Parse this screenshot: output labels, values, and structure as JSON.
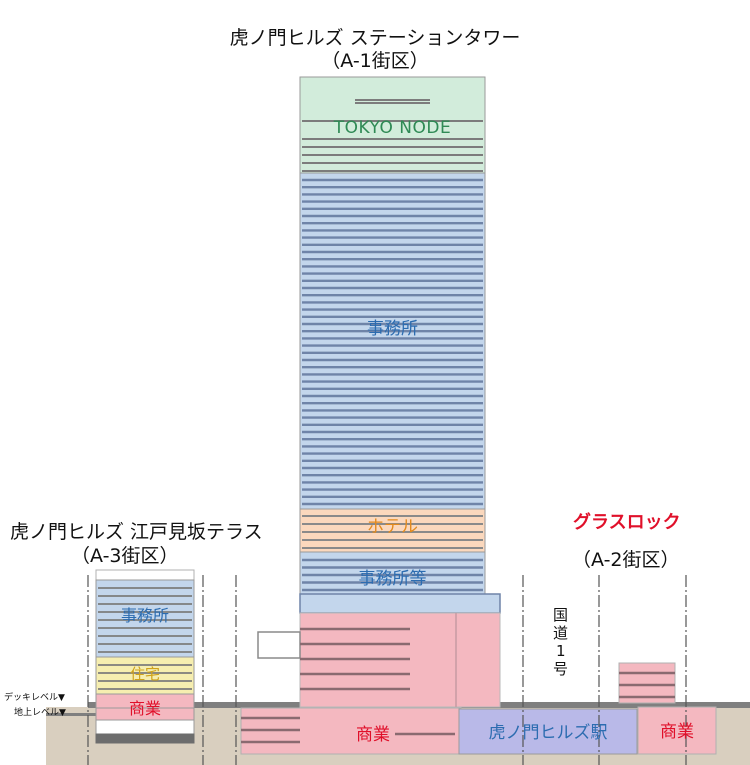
{
  "towers": {
    "a1": {
      "name": "虎ノ門ヒルズ ステーションタワー",
      "block": "（A-1街区）",
      "brand_label": "TOKYO NODE",
      "office_label": "事務所",
      "hotel_label": "ホテル",
      "office_etc_label": "事務所等"
    },
    "a3": {
      "name": "虎ノ門ヒルズ 江戸見坂テラス",
      "block": "（A-3街区）",
      "office_label": "事務所",
      "residential_label": "住宅",
      "commercial_label": "商業"
    },
    "a2": {
      "name": "グラスロック",
      "block": "（A-2街区）",
      "commercial_label": "商業"
    }
  },
  "ground": {
    "deck_level_label": "デッキレベル▼",
    "ground_level_label": "地上レベル▼",
    "commercial_label": "商業",
    "station_label": "虎ノ門ヒルズ駅",
    "route_label": [
      "国",
      "道",
      "1",
      "号"
    ]
  },
  "colors": {
    "commercial": "#f4b8c0",
    "office": "#c3d6ec",
    "hotel": "#fbd8bd",
    "residential": "#f6eeb0",
    "tokyo_node": "#d2ecdb",
    "station": "#b9b9e8",
    "ground": "#d9cfbf",
    "red_text": "#e0102a",
    "blue_text": "#2c6cb0",
    "orange_text": "#e38a1d",
    "green_text": "#2f8a55",
    "gold_text": "#d0a21a"
  }
}
